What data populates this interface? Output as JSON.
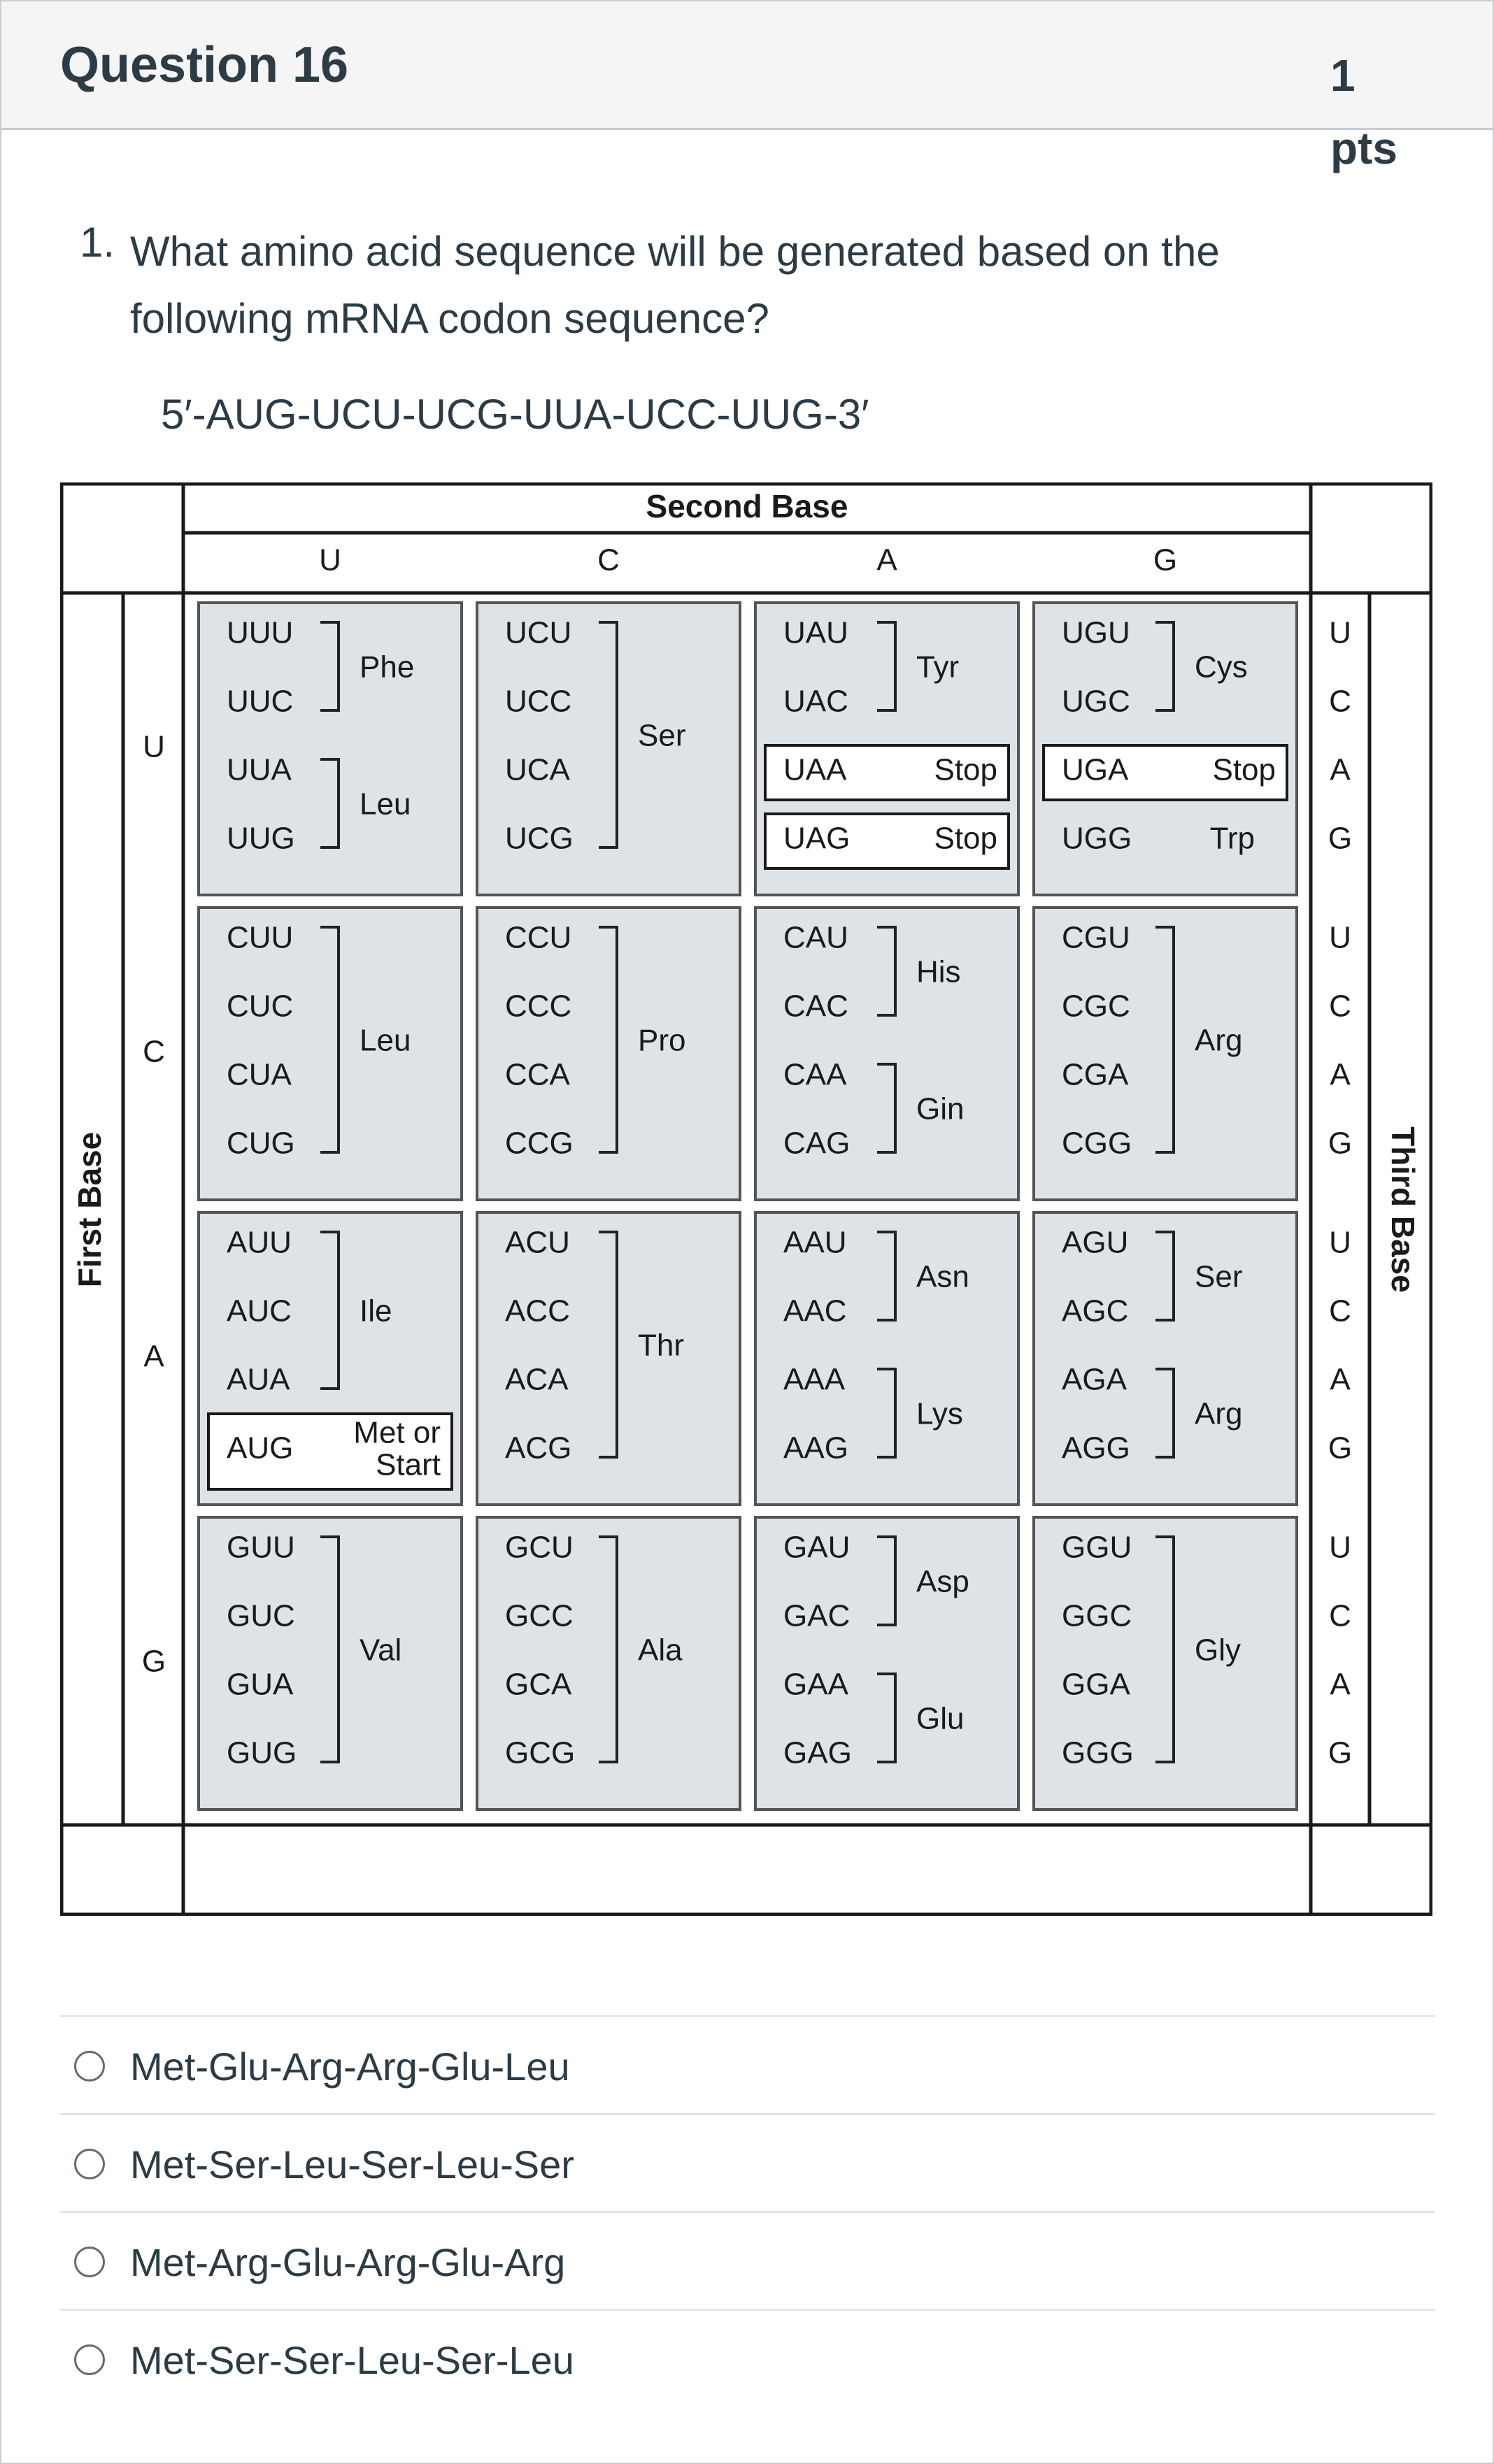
{
  "question": {
    "title": "Question 16",
    "points": "1 pts",
    "number": "1.",
    "text": "What amino acid sequence will be generated based on the following mRNA codon sequence?",
    "sequence": "5′-AUG-UCU-UCG-UUA-UCC-UUG-3′"
  },
  "codon_table": {
    "second_base_label": "Second Base",
    "first_base_label": "First Base",
    "third_base_label": "Third Base",
    "bases": [
      "U",
      "C",
      "A",
      "G"
    ],
    "cells": [
      {
        "codons": [
          "UUU",
          "UUC",
          "UUA",
          "UUG"
        ],
        "groups": [
          {
            "rows": [
              0,
              1
            ],
            "aa": "Phe"
          },
          {
            "rows": [
              2,
              3
            ],
            "aa": "Leu"
          }
        ]
      },
      {
        "codons": [
          "UCU",
          "UCC",
          "UCA",
          "UCG"
        ],
        "groups": [
          {
            "rows": [
              0,
              3
            ],
            "aa": "Ser"
          }
        ]
      },
      {
        "codons": [
          "UAU",
          "UAC",
          "UAA",
          "UAG"
        ],
        "groups": [
          {
            "rows": [
              0,
              1
            ],
            "aa": "Tyr"
          }
        ],
        "boxes": [
          {
            "row": 2,
            "aa": "Stop"
          },
          {
            "row": 3,
            "aa": "Stop"
          }
        ]
      },
      {
        "codons": [
          "UGU",
          "UGC",
          "UGA",
          "UGG"
        ],
        "groups": [
          {
            "rows": [
              0,
              1
            ],
            "aa": "Cys"
          }
        ],
        "boxes": [
          {
            "row": 2,
            "aa": "Stop"
          }
        ],
        "plain": [
          {
            "row": 3,
            "aa": "Trp"
          }
        ]
      },
      {
        "codons": [
          "CUU",
          "CUC",
          "CUA",
          "CUG"
        ],
        "groups": [
          {
            "rows": [
              0,
              3
            ],
            "aa": "Leu"
          }
        ]
      },
      {
        "codons": [
          "CCU",
          "CCC",
          "CCA",
          "CCG"
        ],
        "groups": [
          {
            "rows": [
              0,
              3
            ],
            "aa": "Pro"
          }
        ]
      },
      {
        "codons": [
          "CAU",
          "CAC",
          "CAA",
          "CAG"
        ],
        "groups": [
          {
            "rows": [
              0,
              1
            ],
            "aa": "His"
          },
          {
            "rows": [
              2,
              3
            ],
            "aa": "Gin"
          }
        ]
      },
      {
        "codons": [
          "CGU",
          "CGC",
          "CGA",
          "CGG"
        ],
        "groups": [
          {
            "rows": [
              0,
              3
            ],
            "aa": "Arg"
          }
        ]
      },
      {
        "codons": [
          "AUU",
          "AUC",
          "AUA",
          "AUG"
        ],
        "groups": [
          {
            "rows": [
              0,
              2
            ],
            "aa": "Ile"
          }
        ],
        "met_box": {
          "row": 3,
          "line1": "Met or",
          "line2": "Start"
        }
      },
      {
        "codons": [
          "ACU",
          "ACC",
          "ACA",
          "ACG"
        ],
        "groups": [
          {
            "rows": [
              0,
              3
            ],
            "aa": "Thr"
          }
        ]
      },
      {
        "codons": [
          "AAU",
          "AAC",
          "AAA",
          "AAG"
        ],
        "groups": [
          {
            "rows": [
              0,
              1
            ],
            "aa": "Asn"
          },
          {
            "rows": [
              2,
              3
            ],
            "aa": "Lys"
          }
        ]
      },
      {
        "codons": [
          "AGU",
          "AGC",
          "AGA",
          "AGG"
        ],
        "groups": [
          {
            "rows": [
              0,
              1
            ],
            "aa": "Ser"
          },
          {
            "rows": [
              2,
              3
            ],
            "aa": "Arg"
          }
        ]
      },
      {
        "codons": [
          "GUU",
          "GUC",
          "GUA",
          "GUG"
        ],
        "groups": [
          {
            "rows": [
              0,
              3
            ],
            "aa": "Val"
          }
        ]
      },
      {
        "codons": [
          "GCU",
          "GCC",
          "GCA",
          "GCG"
        ],
        "groups": [
          {
            "rows": [
              0,
              3
            ],
            "aa": "Ala"
          }
        ]
      },
      {
        "codons": [
          "GAU",
          "GAC",
          "GAA",
          "GAG"
        ],
        "groups": [
          {
            "rows": [
              0,
              1
            ],
            "aa": "Asp"
          },
          {
            "rows": [
              2,
              3
            ],
            "aa": "Glu"
          }
        ]
      },
      {
        "codons": [
          "GGU",
          "GGC",
          "GGA",
          "GGG"
        ],
        "groups": [
          {
            "rows": [
              0,
              3
            ],
            "aa": "Gly"
          }
        ]
      }
    ]
  },
  "choices": [
    {
      "label": "Met-Glu-Arg-Arg-Glu-Leu"
    },
    {
      "label": "Met-Ser-Leu-Ser-Leu-Ser"
    },
    {
      "label": "Met-Arg-Glu-Arg-Glu-Arg"
    },
    {
      "label": "Met-Ser-Ser-Leu-Ser-Leu"
    }
  ],
  "colors": {
    "cell_fill": "#dde3e6",
    "border": "#1a1a1a",
    "text": "#2d3b45"
  }
}
